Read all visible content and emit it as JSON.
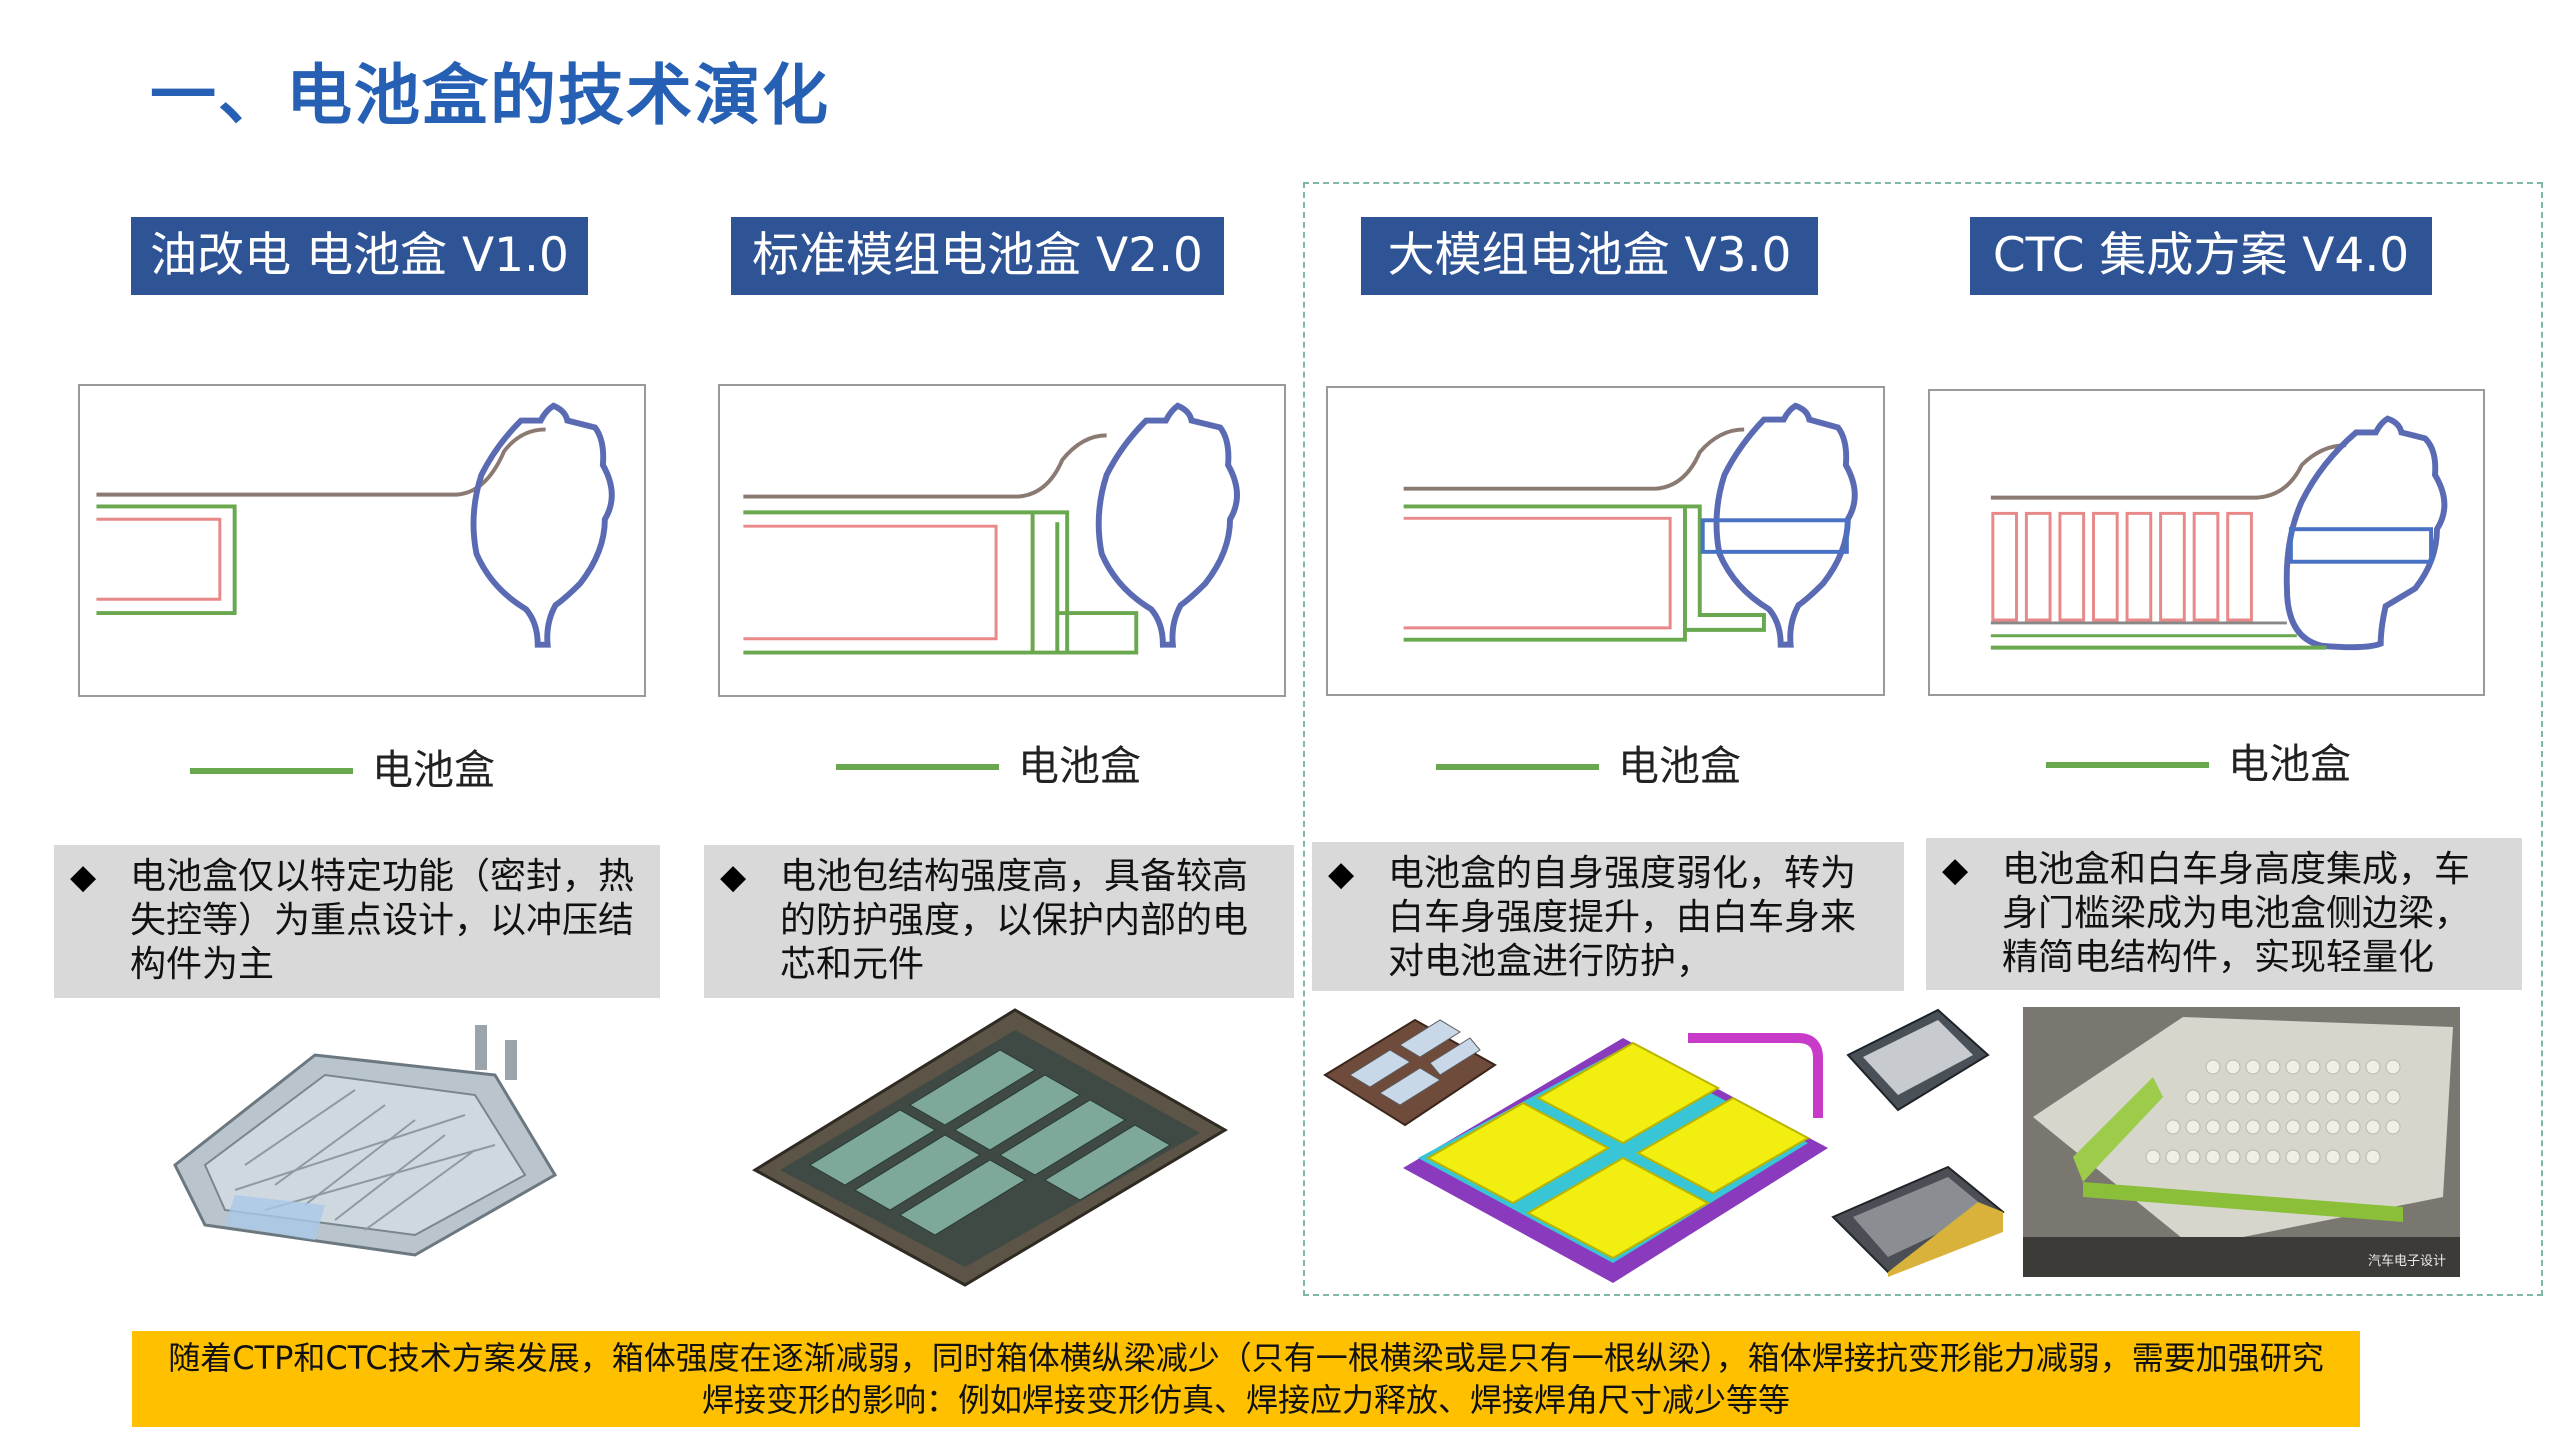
{
  "title": "一、电池盒的技术演化",
  "legend_label": "电池盒",
  "stages": [
    {
      "version": "油改电 电池盒 V1.0",
      "description": "电池盒仅以特定功能（密封，热失控等）为重点设计，以冲压结构件为主"
    },
    {
      "version": "标准模组电池盒 V2.0",
      "description": "电池包结构强度高，具备较高的防护强度，以保护内部的电芯和元件"
    },
    {
      "version": "大模组电池盒 V3.0",
      "description": "电池盒的自身强度弱化，转为白车身强度提升，由白车身来对电池盒进行防护，"
    },
    {
      "version": "CTC 集成方案 V4.0",
      "description": "电池盒和白车身高度集成，车身门槛梁成为电池盒侧边梁，精简电结构件，实现轻量化"
    }
  ],
  "bullet_symbol": "◆",
  "watermark": "汽车电子设计",
  "footer": {
    "line1": "随着CTP和CTC技术方案发展，箱体强度在逐渐减弱，同时箱体横纵梁减少（只有一根横梁或是只有一根纵梁），箱体焊接抗变形能力减弱，需要加强研究",
    "line2": "焊接变形的影响：例如焊接变形仿真、焊接应力释放、焊接焊角尺寸减少等等"
  },
  "colors": {
    "title": "#2660b4",
    "version_bg": "#2f5496",
    "legend_line": "#6aa84f",
    "footer_bg": "#ffc000",
    "desc_bg": "#d9d9d9"
  }
}
